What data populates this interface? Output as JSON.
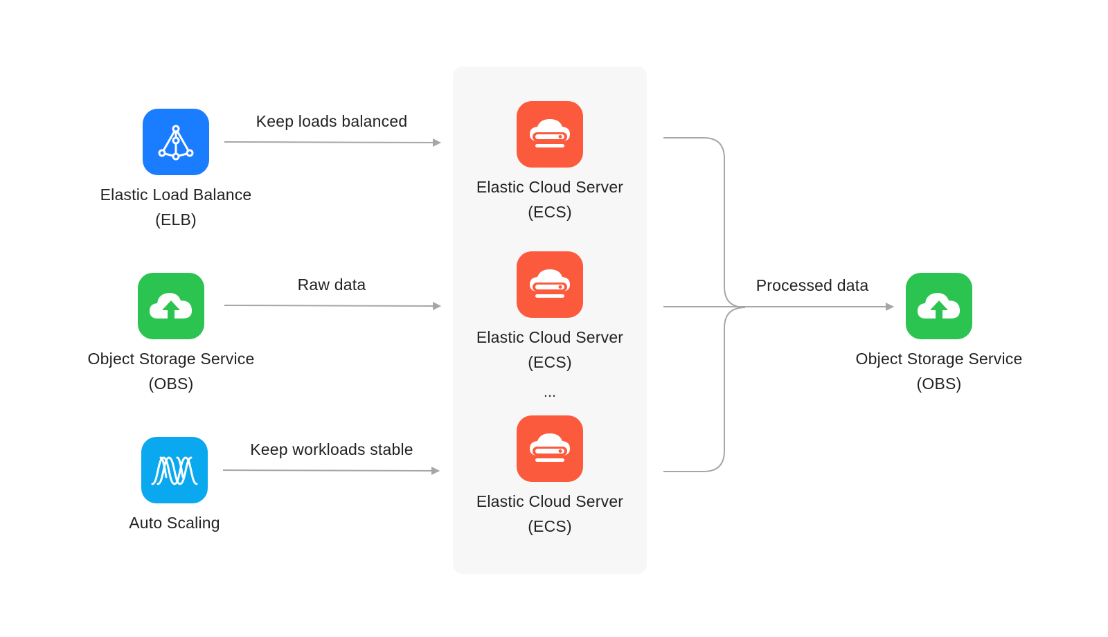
{
  "colors": {
    "elb": "#1a7cff",
    "obs": "#2bc451",
    "ecs": "#fb5a3c",
    "autoscaling": "#0aa8ef",
    "line": "#a6a6a6",
    "panel": "#f7f7f7"
  },
  "sources": [
    {
      "id": "elb",
      "icon": "elb-icon",
      "label": "Elastic Load Balance\n(ELB)"
    },
    {
      "id": "obs-source",
      "icon": "obs-icon",
      "label": "Object Storage Service\n(OBS)"
    },
    {
      "id": "auto-scaling",
      "icon": "auto-scaling-icon",
      "label": "Auto Scaling"
    }
  ],
  "servers": [
    {
      "icon": "ecs-icon",
      "label": "Elastic Cloud Server\n(ECS)"
    },
    {
      "icon": "ecs-icon",
      "label": "Elastic Cloud Server\n(ECS)"
    },
    {
      "icon": "ecs-icon",
      "label": "Elastic Cloud Server\n(ECS)"
    }
  ],
  "ellipsis": "...",
  "target": {
    "id": "obs-target",
    "icon": "obs-icon",
    "label": "Object Storage Service\n(OBS)"
  },
  "edges": [
    {
      "from": "elb",
      "to": "ecs",
      "label": "Keep loads balanced"
    },
    {
      "from": "obs-source",
      "to": "ecs",
      "label": "Raw data"
    },
    {
      "from": "auto-scaling",
      "to": "ecs",
      "label": "Keep workloads stable"
    },
    {
      "from": "ecs",
      "to": "obs-target",
      "label": "Processed data"
    }
  ]
}
